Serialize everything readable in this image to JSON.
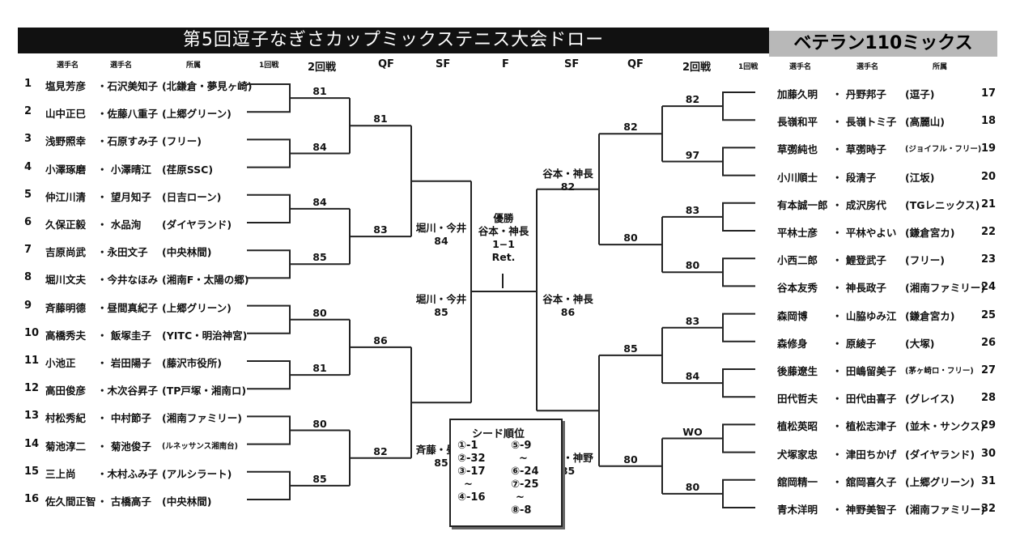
{
  "header": {
    "title": "第5回逗子なぎさカップミックステニス大会ドロー",
    "veteran_title": "ベテラン110ミックス"
  },
  "columns_left": {
    "player1": "選手名",
    "player2": "選手名",
    "club": "所属",
    "r1": "1回戦",
    "r2": "2回戦",
    "qf": "QF",
    "sf": "SF",
    "f": "F"
  },
  "columns_right": {
    "sf": "SF",
    "qf": "QF",
    "r2": "2回戦",
    "r1": "1回戦",
    "player1": "選手名",
    "player2": "選手名",
    "club": "所属"
  },
  "left_entries": [
    {
      "num": "1",
      "p1": "塩見芳彦",
      "p2": "・石沢美知子",
      "club": "(北鎌倉・夢見ヶ崎)"
    },
    {
      "num": "2",
      "p1": "山中正巳",
      "p2": "・佐藤八重子",
      "club": "(上郷グリーン)"
    },
    {
      "num": "3",
      "p1": "浅野照幸",
      "p2": "・石原すみ子",
      "club": "(フリー)"
    },
    {
      "num": "4",
      "p1": "小澤琢磨",
      "p2": "・ 小澤晴江",
      "club": "(荏原SSC)"
    },
    {
      "num": "5",
      "p1": "仲江川清",
      "p2": "・ 望月知子",
      "club": "(日吉ローン)"
    },
    {
      "num": "6",
      "p1": "久保正毅",
      "p2": "・ 水品洵",
      "club": "(ダイヤランド)"
    },
    {
      "num": "7",
      "p1": "吉原尚武",
      "p2": "・永田文子",
      "club": "(中央林間)"
    },
    {
      "num": "8",
      "p1": "堀川文夫",
      "p2": "・今井なほみ",
      "club": "(湘南F・太陽の郷)"
    },
    {
      "num": "9",
      "p1": "斉藤明德",
      "p2": "・昼間真紀子",
      "club": "(上郷グリーン)"
    },
    {
      "num": "10",
      "p1": "高橋秀夫",
      "p2": "・ 飯塚圭子",
      "club": "(YITC・明治神宮)"
    },
    {
      "num": "11",
      "p1": "小池正",
      "p2": "・ 岩田陽子",
      "club": "(藤沢市役所)"
    },
    {
      "num": "12",
      "p1": "高田俊彦",
      "p2": "・木次谷昇子",
      "club": "(TP戸塚・湘南ロ)"
    },
    {
      "num": "13",
      "p1": "村松秀紀",
      "p2": "・ 中村節子",
      "club": "(湘南ファミリー)"
    },
    {
      "num": "14",
      "p1": "菊池淳二",
      "p2": "・ 菊池俊子",
      "club": "(ルネッサンス湘南台)"
    },
    {
      "num": "15",
      "p1": "三上尚",
      "p2": "・木村ふみ子",
      "club": "(アルシラート)"
    },
    {
      "num": "16",
      "p1": "佐久間正智",
      "p2": "・ 古橋高子",
      "club": "(中央林間)"
    }
  ],
  "right_entries": [
    {
      "num": "17",
      "p1": "加藤久明",
      "p2": "・ 丹野邦子",
      "club": "(逗子)"
    },
    {
      "num": "18",
      "p1": "長嶺和平",
      "p2": "・ 長嶺トミ子",
      "club": "(高麗山)"
    },
    {
      "num": "19",
      "p1": "草彅純也",
      "p2": "・ 草彅時子",
      "club": "(ジョイフル・フリー)"
    },
    {
      "num": "20",
      "p1": "小川順士",
      "p2": "・ 段清子",
      "club": "(江坂)"
    },
    {
      "num": "21",
      "p1": "有本誠一郎",
      "p2": "・ 成沢房代",
      "club": "(TGレニックス)"
    },
    {
      "num": "22",
      "p1": "平林士彦",
      "p2": "・ 平林やよい",
      "club": "(鎌倉宮カ)"
    },
    {
      "num": "23",
      "p1": "小西二郎",
      "p2": "・ 鯉登武子",
      "club": "(フリー)"
    },
    {
      "num": "24",
      "p1": "谷本友秀",
      "p2": "・ 神長政子",
      "club": "(湘南ファミリー)"
    },
    {
      "num": "25",
      "p1": "森岡博",
      "p2": "・ 山脇ゆみ江",
      "club": "(鎌倉宮カ)"
    },
    {
      "num": "26",
      "p1": "森修身",
      "p2": "・ 原綾子",
      "club": "(大塚)"
    },
    {
      "num": "27",
      "p1": "後藤遼生",
      "p2": "・ 田嶋留美子",
      "club": "(茅ヶ崎ロ・フリー)"
    },
    {
      "num": "28",
      "p1": "田代哲夫",
      "p2": "・ 田代由喜子",
      "club": "(グレイス)"
    },
    {
      "num": "29",
      "p1": "植松英昭",
      "p2": "・ 植松志津子",
      "club": "(並木・サンクス)"
    },
    {
      "num": "30",
      "p1": "犬塚家忠",
      "p2": "・ 津田ちかげ",
      "club": "(ダイヤランド)"
    },
    {
      "num": "31",
      "p1": "舘岡精一",
      "p2": "・ 舘岡喜久子",
      "club": "(上郷グリーン)"
    },
    {
      "num": "32",
      "p1": "青木洋明",
      "p2": "・ 神野美智子",
      "club": "(湘南ファミリー)"
    }
  ],
  "left_r2_scores": [
    "81",
    "84",
    "84",
    "85",
    "80",
    "81",
    "80",
    "85"
  ],
  "left_qf_scores": [
    "81",
    "83",
    "86",
    "82"
  ],
  "left_sf": [
    {
      "name": "堀川・今井",
      "score": "84"
    },
    {
      "name": "斉藤・昼間",
      "score": "85"
    }
  ],
  "left_final": {
    "name": "堀川・今井",
    "score": "85"
  },
  "right_r2_scores": [
    "82",
    "97",
    "83",
    "80",
    "83",
    "84",
    "WO",
    "80"
  ],
  "right_qf_scores": [
    "82",
    "80",
    "85",
    "80"
  ],
  "right_sf": [
    {
      "name": "谷本・神長",
      "score": "82"
    },
    {
      "name": "青木・神野",
      "score": "85"
    }
  ],
  "right_final": {
    "name": "谷本・神長",
    "score": "86"
  },
  "champion": {
    "label": "優勝",
    "name": "谷本・神長",
    "score": "1−1",
    "note": "Ret."
  },
  "seeds": {
    "title": "シード順位",
    "entries": [
      "①-1",
      "②-32",
      "③-17",
      "~",
      "④-16",
      "⑤-9",
      "~",
      "⑥-24",
      "⑦-25",
      "~",
      "⑧-8"
    ]
  }
}
